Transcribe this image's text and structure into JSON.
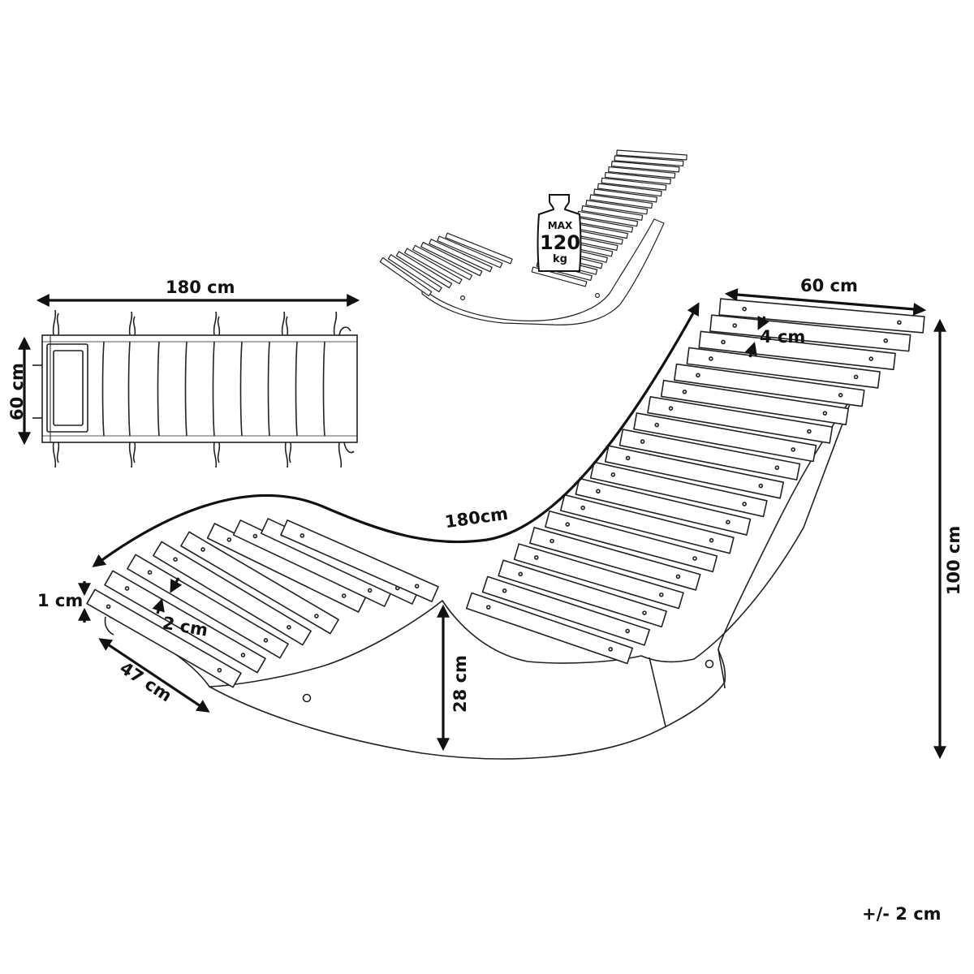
{
  "labels": {
    "cushion_length": "180 cm",
    "cushion_width": "60 cm",
    "slat_length": "60 cm",
    "slat_width": "4 cm",
    "total_length": "180cm",
    "height": "100 cm",
    "slat_gap": "1 cm",
    "slat_thickness": "2 cm",
    "base_depth": "47 cm",
    "seat_height": "28 cm",
    "tolerance": "+/- 2 cm"
  },
  "max_load": {
    "line1": "MAX",
    "line2": "120",
    "line3": "kg"
  },
  "colors": {
    "line": "#111111",
    "background": "#ffffff"
  }
}
